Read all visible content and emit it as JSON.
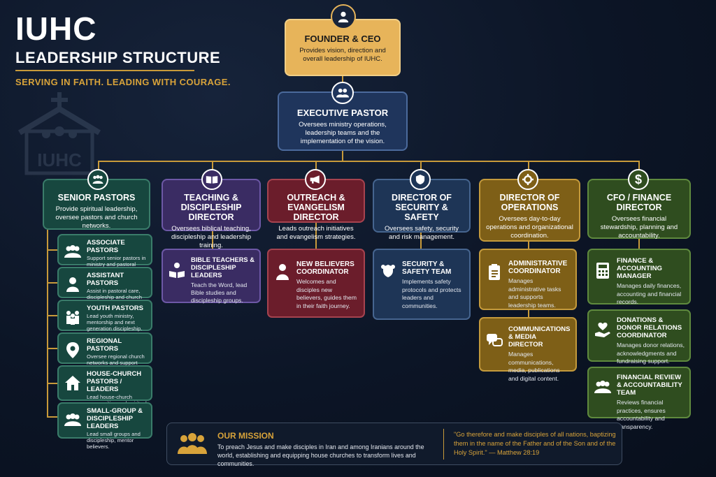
{
  "header": {
    "title": "IUHC",
    "subtitle": "LEADERSHIP STRUCTURE",
    "tagline": "SERVING IN FAITH. LEADING WITH COURAGE.",
    "watermark_text": "IUHC"
  },
  "founder": {
    "title": "FOUNDER & CEO",
    "desc": "Provides vision, direction and overall leadership of IUHC."
  },
  "exec": {
    "title": "EXECUTIVE PASTOR",
    "desc": "Oversees ministry operations, leadership teams and the implementation of the vision."
  },
  "departments": [
    {
      "title": "SENIOR PASTORS",
      "desc": "Provide spiritual leadership, oversee pastors and church networks.",
      "icon": "people-icon"
    },
    {
      "title": "TEACHING & DISCIPLESHIP DIRECTOR",
      "desc": "Oversees biblical teaching, discipleship and leadership training.",
      "icon": "book-icon"
    },
    {
      "title": "OUTREACH & EVANGELISM DIRECTOR",
      "desc": "Leads outreach initiatives and evangelism strategies.",
      "icon": "megaphone-icon"
    },
    {
      "title": "DIRECTOR OF SECURITY & SAFETY",
      "desc": "Oversees safety, security and risk management.",
      "icon": "shield-icon"
    },
    {
      "title": "DIRECTOR OF OPERATIONS",
      "desc": "Oversees day-to-day operations and organizational coordination.",
      "icon": "gear-icon"
    },
    {
      "title": "CFO / FINANCE DIRECTOR",
      "desc": "Oversees financial stewardship, planning and accountability.",
      "icon": "dollar-icon"
    }
  ],
  "senior_subs": [
    {
      "title": "ASSOCIATE PASTORS",
      "desc": "Support senior pastors in ministry and pastoral care."
    },
    {
      "title": "ASSISTANT PASTORS",
      "desc": "Assist in pastoral care, discipleship and church ministry activities."
    },
    {
      "title": "YOUTH PASTORS",
      "desc": "Lead youth ministry, mentorship and next generation discipleship."
    },
    {
      "title": "REGIONAL PASTORS",
      "desc": "Oversee regional church networks and support local leaders."
    },
    {
      "title": "HOUSE-CHURCH PASTORS / LEADERS",
      "desc": "Lead house-church communities and spiritual growth."
    },
    {
      "title": "SMALL-GROUP & DISCIPLESHIP LEADERS",
      "desc": "Lead small groups and discipleship, mentor believers."
    }
  ],
  "teaching_sub": {
    "title": "BIBLE TEACHERS & DISCIPLESHIP LEADERS",
    "desc": "Teach the Word, lead Bible studies and discipleship groups."
  },
  "outreach_sub": {
    "title": "NEW BELIEVERS COORDINATOR",
    "desc": "Welcomes and disciples new believers, guides them in their faith journey."
  },
  "security_sub": {
    "title": "SECURITY & SAFETY TEAM",
    "desc": "Implements safety protocols and protects leaders and communities."
  },
  "ops_subs": [
    {
      "title": "ADMINISTRATIVE COORDINATOR",
      "desc": "Manages administrative tasks and supports leadership teams."
    },
    {
      "title": "COMMUNICATIONS & MEDIA DIRECTOR",
      "desc": "Manages communications, media, publications and digital content."
    }
  ],
  "finance_subs": [
    {
      "title": "FINANCE & ACCOUNTING MANAGER",
      "desc": "Manages daily finances, accounting and financial records."
    },
    {
      "title": "DONATIONS & DONOR RELATIONS COORDINATOR",
      "desc": "Manages donor relations, acknowledgments and fundraising support."
    },
    {
      "title": "FINANCIAL REVIEW & ACCOUNTABILITY TEAM",
      "desc": "Reviews financial practices, ensures accountability and transparency."
    }
  ],
  "mission": {
    "title": "OUR MISSION",
    "text": "To preach Jesus and make disciples in Iran and among Iranians around the world, establishing and equipping house churches to transform lives and communities.",
    "quote": "\"Go therefore and make disciples of all nations, baptizing them in the name of the Father and of the Son and of the Holy Spirit.\" — Matthew 28:19"
  },
  "colors": {
    "accent": "#c89a3a",
    "founder": "#e7b45a",
    "exec": "#1f355c"
  }
}
